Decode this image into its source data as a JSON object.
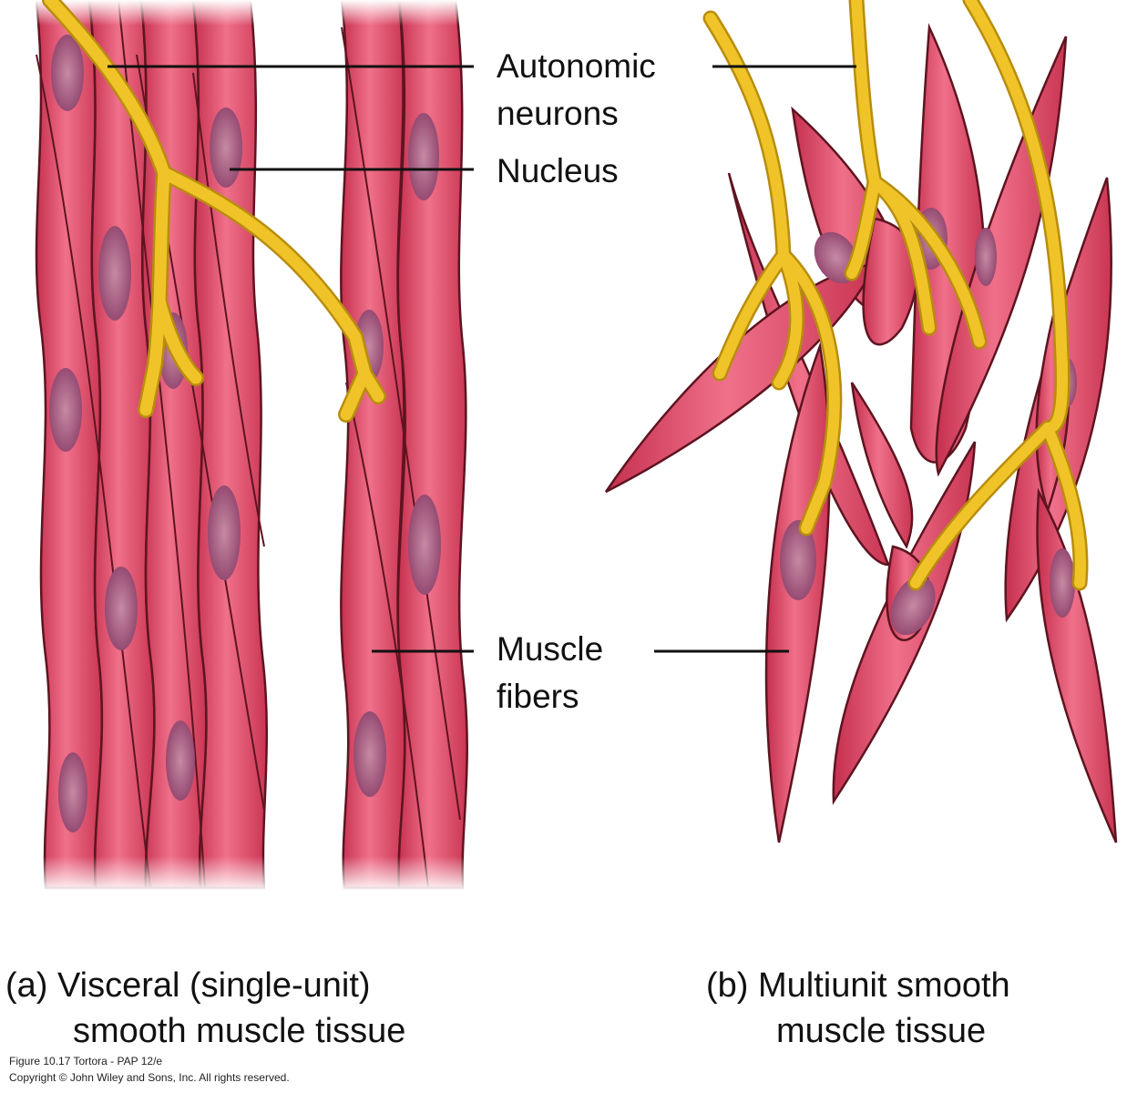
{
  "labels": {
    "autonomic_line1": "Autonomic",
    "autonomic_line2": "neurons",
    "nucleus": "Nucleus",
    "muscle_line1": "Muscle",
    "muscle_line2": "fibers"
  },
  "captions": {
    "a_line1": "(a) Visceral (single-unit)",
    "a_line2": "smooth muscle tissue",
    "b_line1": "(b) Multiunit smooth",
    "b_line2": "muscle tissue"
  },
  "credit": {
    "line1": "Figure 10.17  Tortora - PAP 12/e",
    "line2": "Copyright © John Wiley and Sons, Inc. All rights reserved."
  },
  "colors": {
    "fiber": "#e04763",
    "fiber_outline": "#5e1420",
    "nucleus": "#a0567f",
    "neuron": "#f0c428",
    "neuron_outline": "#b88d0e"
  }
}
